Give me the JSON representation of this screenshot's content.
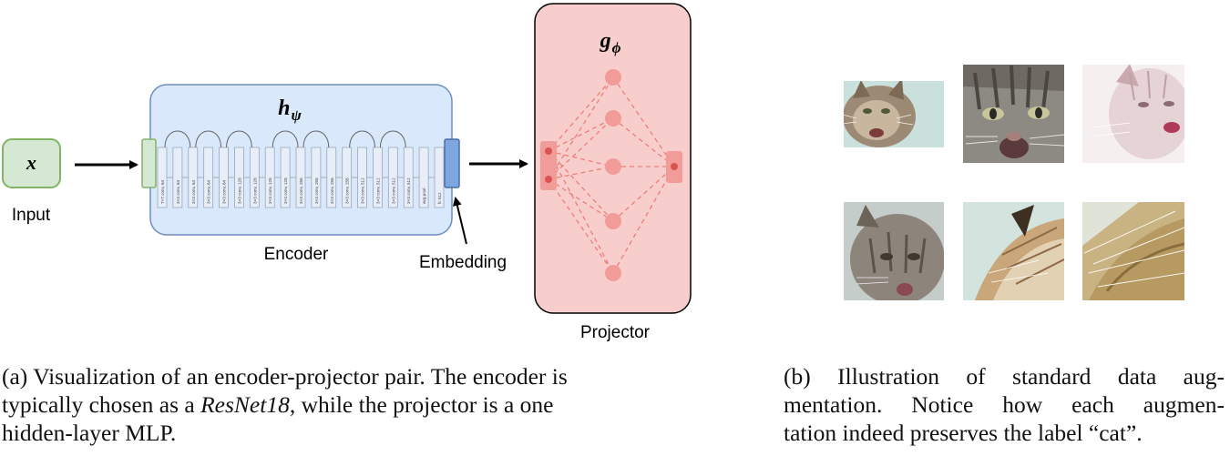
{
  "diagram": {
    "input_symbol": "x",
    "input_label": "Input",
    "encoder_symbol": "h",
    "encoder_subscript": "ψ",
    "encoder_label": "Encoder",
    "embedding_label": "Embedding",
    "projector_symbol": "g",
    "projector_subscript": "ϕ",
    "projector_label": "Projector",
    "resnet_layers": [
      "7×7 conv, 64",
      "3×3 conv, 64",
      "3×3 conv, 64",
      "3×3 conv, 64",
      "3×3 conv, 64",
      "3×3 conv, 128",
      "3×3 conv, 128",
      "3×3 conv, 128",
      "3×3 conv, 128",
      "3×3 conv, 256",
      "3×3 conv, 256",
      "3×3 conv, 256",
      "3×3 conv, 256",
      "3×3 conv, 512",
      "3×3 conv, 512",
      "3×3 conv, 512",
      "3×3 conv, 512",
      "avg pool",
      "fc 512"
    ],
    "colors": {
      "encoder_fill": "#dae8fc",
      "encoder_stroke": "#6c8ebf",
      "input_fill": "#d5e8d4",
      "input_stroke": "#82b366",
      "embedding_fill": "#7ea6e0",
      "projector_fill": "#f8cecc",
      "projector_node": "#f19c99",
      "projector_edge": "#ea6b66"
    }
  },
  "augmentations": [
    {
      "name": "crop-zoom-face"
    },
    {
      "name": "crop-closeup-grayscale"
    },
    {
      "name": "color-jitter-faded"
    },
    {
      "name": "crop-left-grayscale"
    },
    {
      "name": "crop-fur-flipped"
    },
    {
      "name": "crop-whiskers-detail"
    }
  ],
  "caption_a": {
    "prefix": "(a) Visualization of an encoder-projector pair. The encoder is",
    "line2_start": "typically chosen as a ",
    "line2_em": "ResNet18",
    "line2_end": ", while the projector is a one",
    "line3": "hidden-layer MLP."
  },
  "caption_b": {
    "line1": "(b) Illustration of standard data aug-",
    "line2": "mentation. Notice how each augmen-",
    "line3": "tation indeed preserves the label “cat”."
  }
}
